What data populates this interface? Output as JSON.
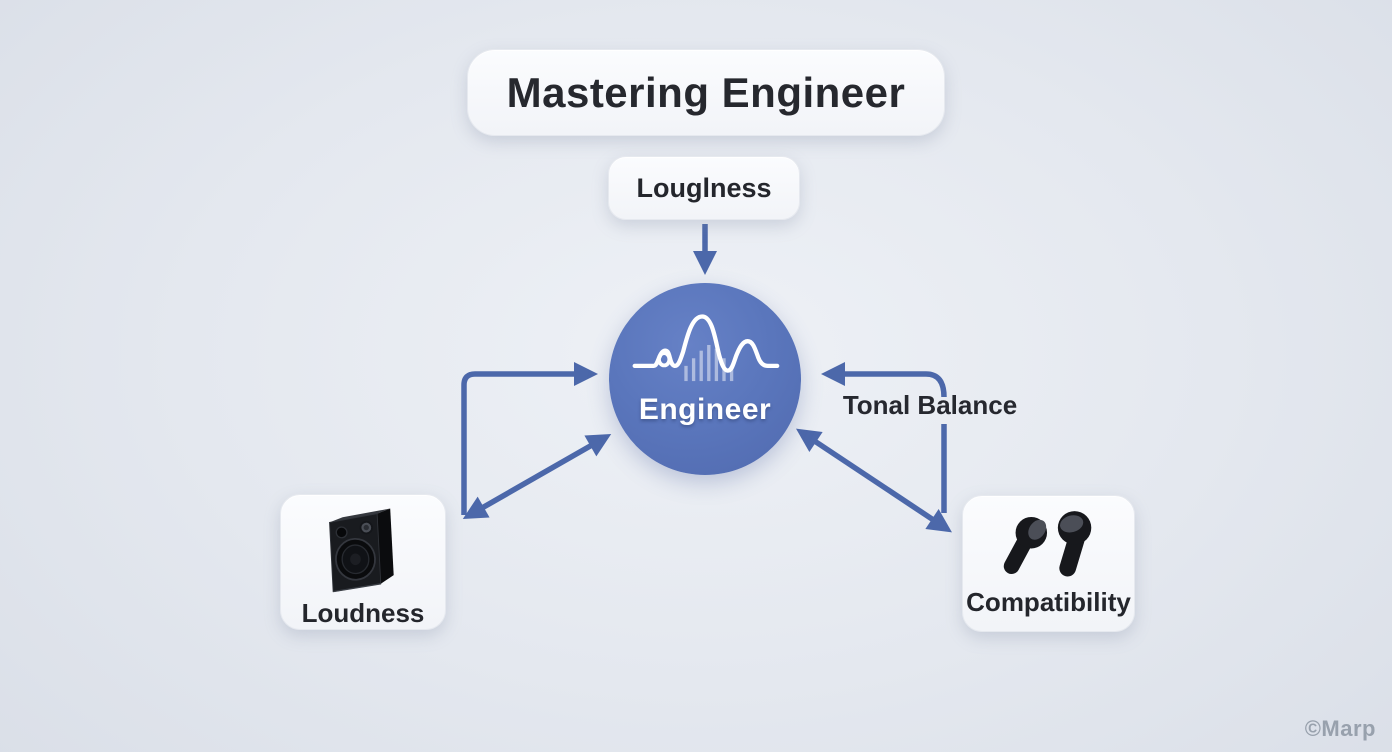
{
  "title": {
    "label": "Mastering Engineer"
  },
  "nodes": {
    "loudness_top": {
      "label": "Louglness"
    },
    "engineer": {
      "label": "Engineer",
      "icon": "waveform-icon"
    },
    "tonal_balance": {
      "label": "Tonal Balance"
    },
    "loudness": {
      "label": "Loudness",
      "icon": "speaker-icon"
    },
    "compatibility": {
      "label": "Compatibility",
      "icon": "earbuds-icon"
    }
  },
  "edges": [
    {
      "from": "Louglness",
      "to": "Engineer",
      "shape": "straight-down",
      "heads": [
        "end"
      ]
    },
    {
      "from": "Loudness",
      "to": "Engineer",
      "shape": "elbow-up-then-right",
      "heads": [
        "end"
      ]
    },
    {
      "from": "Loudness",
      "to": "Engineer",
      "shape": "diagonal",
      "heads": [
        "start",
        "end"
      ]
    },
    {
      "from": "Tonal Balance",
      "to": "Engineer",
      "shape": "elbow-left",
      "heads": [
        "end"
      ]
    },
    {
      "from": "Engineer",
      "to": "Compatibility",
      "shape": "diagonal",
      "heads": [
        "start",
        "end"
      ]
    }
  ],
  "watermark": {
    "label": "©Marp"
  },
  "colors": {
    "background_center": "#eef1f6",
    "background_edge": "#d9dee7",
    "box_background": "#f7f9fc",
    "arrow": "#4c68aa",
    "circle_fill": "#5a76bc",
    "title_text": "#26282e",
    "label_text": "#24262c",
    "engineer_text": "#ffffff",
    "watermark_text": "#98a1ad"
  }
}
